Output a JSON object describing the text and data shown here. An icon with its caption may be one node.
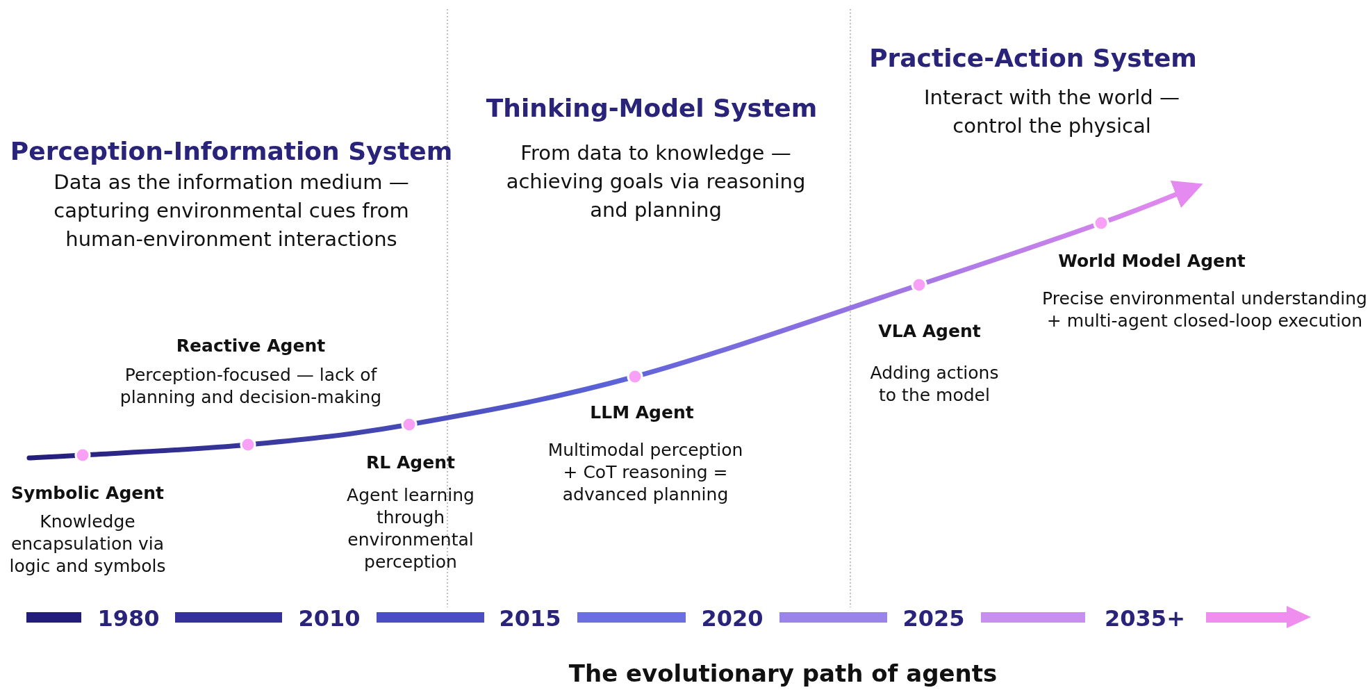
{
  "diagram": {
    "caption": "The evolutionary path of agents",
    "labels": [
      "Perception-Information System",
      "Data as the information medium — capturing environmental cues from human-environment interactions",
      "Thinking-Model System",
      "From data to knowledge — achieving goals via reasoning and planning",
      "Practice-Action System",
      "Interact with the world — control the physical",
      "Symbolic Agent",
      "Knowledge encapsulation via logic and symbols",
      "Reactive Agent",
      "Perception-focused — lack of planning and decision-making",
      "RL Agent",
      "Agent learning through environmental perception",
      "LLM Agent",
      "Multimodal perception + CoT reasoning = advanced planning",
      "VLA Agent",
      "Adding actions to the model",
      "World Model Agent",
      "Precise environmental understanding + multi-agent closed-loop execution",
      "1980",
      "2010",
      "2015",
      "2020",
      "2025",
      "2035+"
    ]
  }
}
